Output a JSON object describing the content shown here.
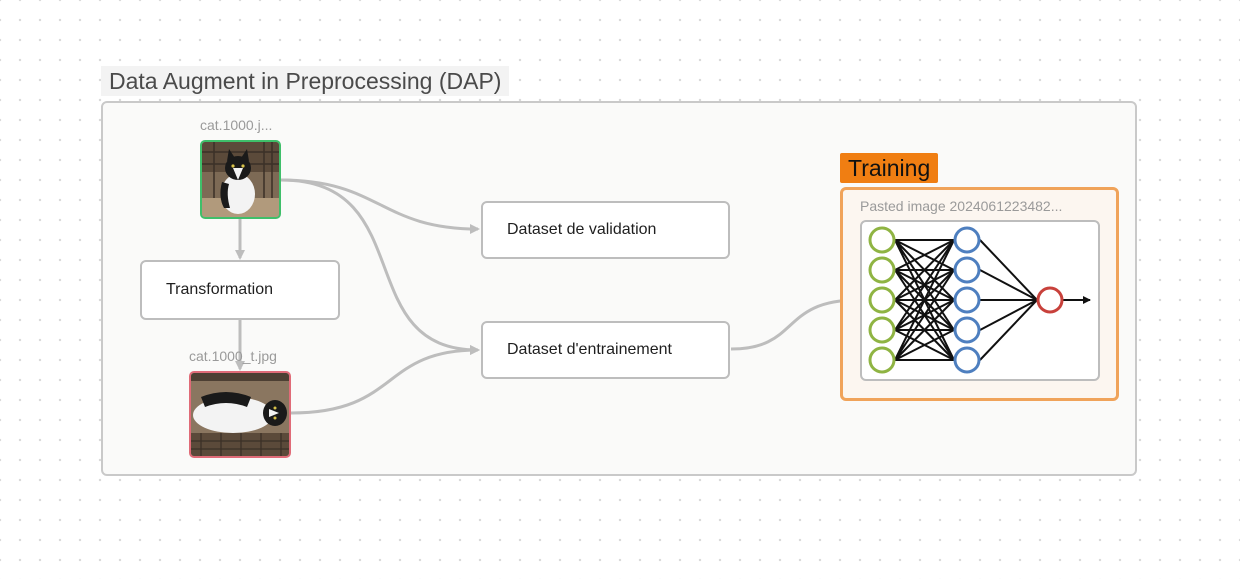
{
  "canvas": {
    "group": {
      "title": "Data Augment in Preprocessing (DAP)"
    },
    "nodes": {
      "original_image": {
        "caption": "cat.1000.j...",
        "icon": "cat-photo",
        "border_color": "#3fbf6a"
      },
      "transformation": {
        "label": "Transformation"
      },
      "transformed_image": {
        "caption": "cat.1000_t.jpg",
        "icon": "cat-photo-rotated",
        "border_color": "#e06b78"
      },
      "validation": {
        "label": "Dataset de validation"
      },
      "training_set": {
        "label": "Dataset d'entrainement"
      }
    },
    "training": {
      "title": "Training",
      "accent_color": "#f07e12",
      "pasted_image": {
        "caption": "Pasted image 2024061223482...",
        "icon": "neural-network-diagram"
      }
    },
    "colors": {
      "edge": "#bdbdbd",
      "nn_input": "#8fb443",
      "nn_hidden": "#4e7fbf",
      "nn_output": "#c8413b"
    }
  }
}
